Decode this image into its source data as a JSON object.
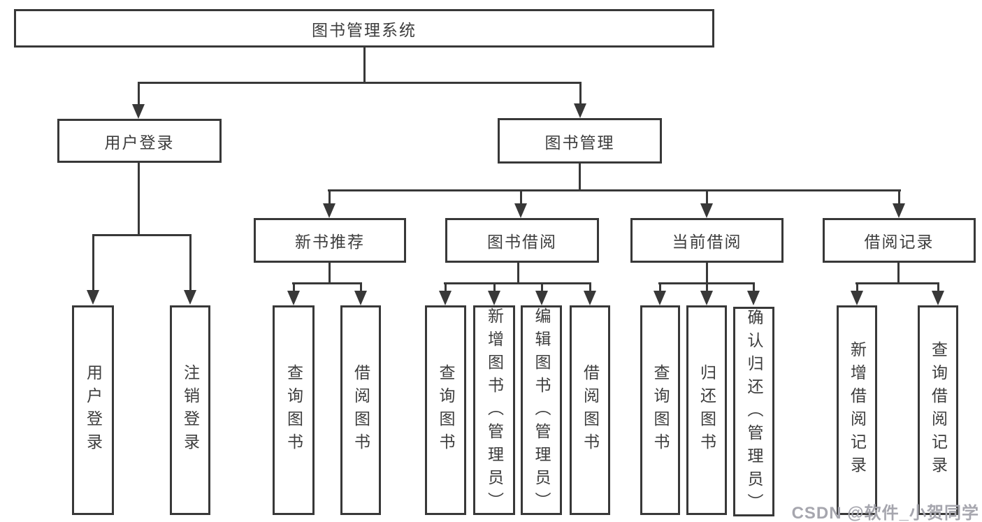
{
  "diagram": {
    "title": "图书管理系统",
    "level2": {
      "user_login": "用户登录",
      "book_mgmt": "图书管理"
    },
    "user_login_children": {
      "login": "用户登录",
      "logout": "注销登录"
    },
    "book_mgmt_children": {
      "new_book_rec": "新书推荐",
      "book_borrow": "图书借阅",
      "current_borrow": "当前借阅",
      "borrow_records": "借阅记录"
    },
    "new_book_rec_children": {
      "query_books": "查询图书",
      "borrow_books": "借阅图书"
    },
    "book_borrow_children": {
      "query_books": "查询图书",
      "add_books": "新增图书（管理员）",
      "edit_books": "编辑图书（管理员）",
      "borrow_books": "借阅图书"
    },
    "current_borrow_children": {
      "query_books": "查询图书",
      "return_books": "归还图书",
      "confirm_return": "确认归还（管理员）"
    },
    "borrow_records_children": {
      "add_record": "新增借阅记录",
      "query_record": "查询借阅记录"
    }
  },
  "watermark": "CSDN @软件_小贺同学",
  "colors": {
    "line": "#383838",
    "text": "#3d3d3d",
    "watermark": "#a6a6ae",
    "background": "#ffffff"
  }
}
